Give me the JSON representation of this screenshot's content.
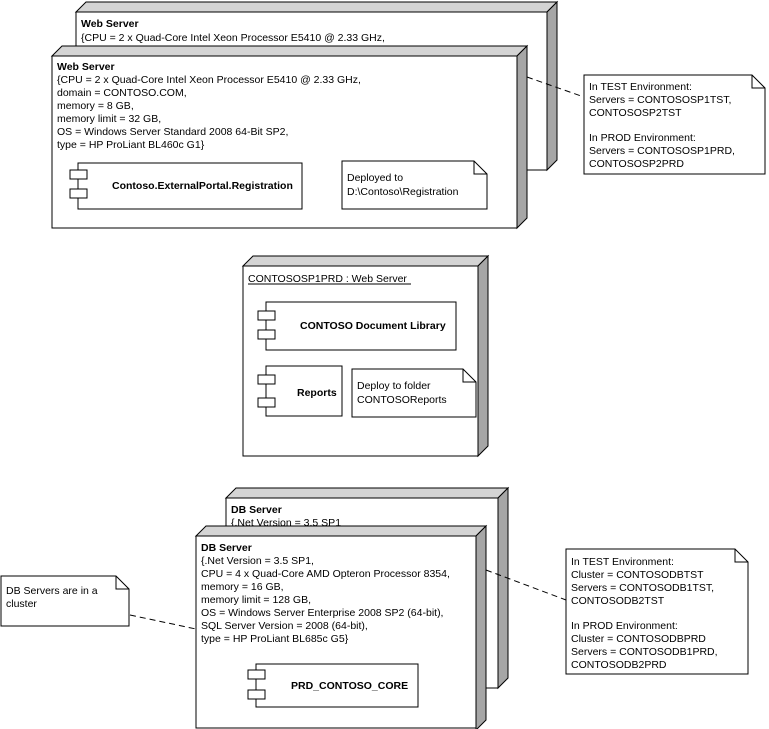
{
  "colors": {
    "box_fill": "#ffffff",
    "box_stroke": "#000000",
    "depth_top": "#d4d4d4",
    "depth_side": "#a6a6a6"
  },
  "web_server_back": {
    "title": "Web Server",
    "lines": [
      "{CPU = 2 x Quad-Core Intel Xeon Processor E5410 @ 2.33 GHz,"
    ]
  },
  "web_server_front": {
    "title": "Web Server",
    "lines": [
      "{CPU = 2 x Quad-Core Intel Xeon Processor E5410 @ 2.33 GHz,",
      "domain = CONTOSO.COM,",
      "memory = 8 GB,",
      "memory limit = 32 GB,",
      "OS = Windows Server Standard 2008 64-Bit SP2,",
      "type = HP ProLiant BL460c G1}"
    ],
    "component": "Contoso.ExternalPortal.Registration",
    "note": [
      "Deployed to",
      "D:\\Contoso\\Registration"
    ]
  },
  "web_env_note": {
    "lines": [
      "In TEST Environment:",
      "Servers = CONTOSOSP1TST,",
      "CONTOSOSP2TST",
      "",
      "In PROD Environment:",
      "Servers = CONTOSOSP1PRD,",
      "CONTOSOSP2PRD"
    ]
  },
  "sp1prd": {
    "title": "CONTOSOSP1PRD : Web Server",
    "component1": "CONTOSO Document Library",
    "component2": "Reports",
    "note": [
      "Deploy to folder",
      "CONTOSOReports"
    ]
  },
  "db_server_back": {
    "title": "DB Server",
    "lines": [
      "{.Net Version = 3.5 SP1"
    ]
  },
  "db_server_front": {
    "title": "DB Server",
    "lines": [
      "{.Net Version = 3.5 SP1,",
      "CPU = 4 x Quad-Core AMD Opteron Processor 8354,",
      "memory = 16 GB,",
      "memory limit = 128 GB,",
      "OS = Windows Server Enterprise 2008 SP2 (64-bit),",
      "SQL Server Version = 2008 (64-bit),",
      "type = HP ProLiant BL685c G5}"
    ],
    "component": "PRD_CONTOSO_CORE"
  },
  "db_cluster_note": {
    "lines": [
      "DB Servers are in a",
      "cluster"
    ]
  },
  "db_env_note": {
    "lines": [
      "In TEST Environment:",
      "Cluster = CONTOSODBTST",
      "Servers = CONTOSODB1TST,",
      "CONTOSODB2TST",
      "",
      "In PROD Environment:",
      "Cluster = CONTOSODBPRD",
      "Servers = CONTOSODB1PRD,",
      "CONTOSODB2PRD"
    ]
  }
}
